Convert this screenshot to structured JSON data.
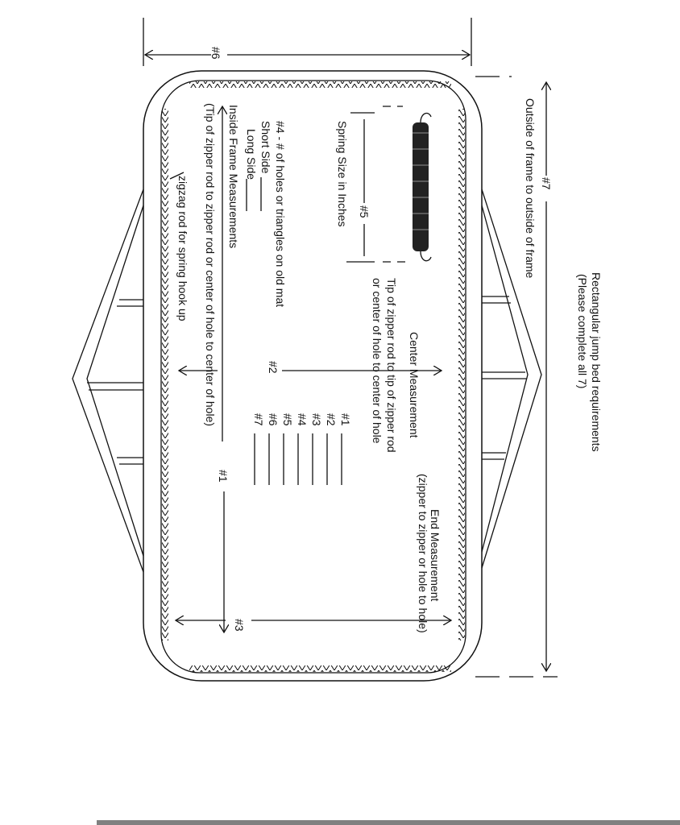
{
  "title": "Rectangular jump bed requirements",
  "subtitle": "(Please complete all 7)",
  "outside_label": "Outside of frame to outside of frame",
  "dim7": "#7",
  "dim6": "#6",
  "spring": {
    "num": "#5",
    "label": "Spring Size in Inches"
  },
  "center": {
    "title": "Center Measurement",
    "line1": "Tip of zipper rod to tip of zipper rod",
    "line2": "or center of hole to center of hole",
    "num": "#2"
  },
  "end": {
    "title": "End Measurement",
    "note": "(zipper to zipper or hole to hole)",
    "num": "#3"
  },
  "list": [
    "#1",
    "#2",
    "#3",
    "#4",
    "#5",
    "#6",
    "#7"
  ],
  "holes": {
    "title": "#4 - # of holes or triangles on old mat",
    "short": "Short Side",
    "long": "Long Side"
  },
  "inside": {
    "title": "Inside Frame Measurements",
    "note": "(Tip of zipper rod to zipper rod or center of hole to center of hole)",
    "num": "#1"
  },
  "zigzag": "zigzag rod for spring hook up"
}
